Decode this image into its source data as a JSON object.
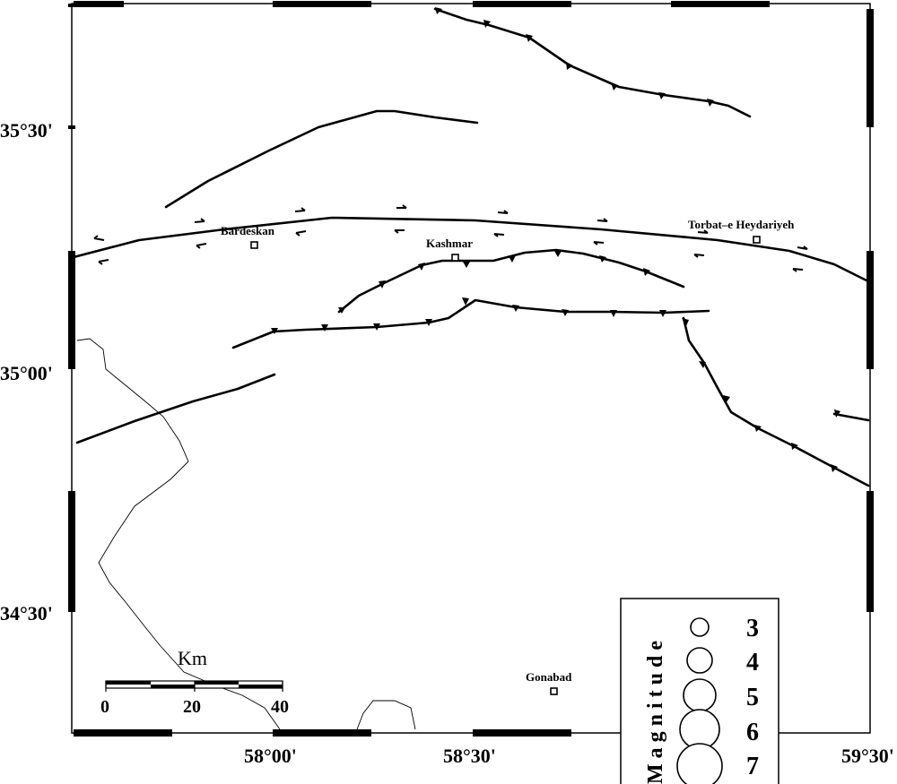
{
  "axes": {
    "lat_labels": [
      "35°30'",
      "35°00'",
      "34°30'"
    ],
    "lon_labels": [
      "58°00'",
      "58°30'",
      "59°30'"
    ]
  },
  "cities": [
    {
      "name": "Bardeskan"
    },
    {
      "name": "Kashmar"
    },
    {
      "name": "Torbat–e Heydariyeh"
    },
    {
      "name": "Gonabad"
    }
  ],
  "scale_bar": {
    "unit": "Km",
    "ticks": [
      "0",
      "20",
      "40"
    ]
  },
  "legend": {
    "title": "Magnitude",
    "items": [
      "3",
      "4",
      "5",
      "6",
      "7"
    ]
  },
  "colors": {
    "fault": "#000000",
    "border": "#000000",
    "background": "#ffffff"
  }
}
